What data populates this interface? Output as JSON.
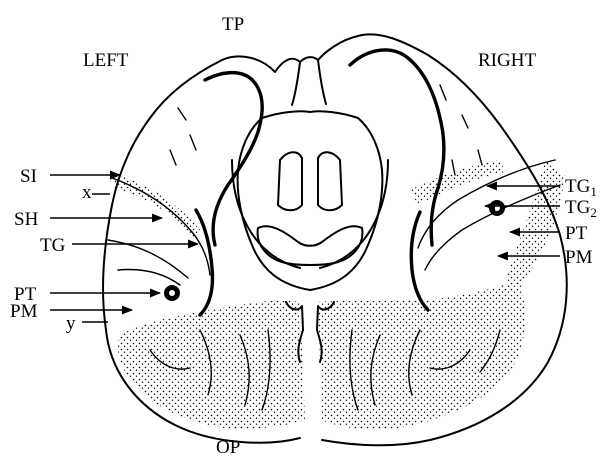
{
  "labels": {
    "top": "TP",
    "bottom": "OP",
    "left_side": "LEFT",
    "right_side": "RIGHT",
    "left": {
      "si": "SI",
      "x": "x",
      "sh": "SH",
      "tg": "TG",
      "pt": "PT",
      "pm": "PM",
      "y": "y"
    },
    "right": {
      "tg1_main": "TG",
      "tg1_sub": "1",
      "tg2_main": "TG",
      "tg2_sub": "2",
      "pt": "PT",
      "pm": "PM"
    }
  }
}
